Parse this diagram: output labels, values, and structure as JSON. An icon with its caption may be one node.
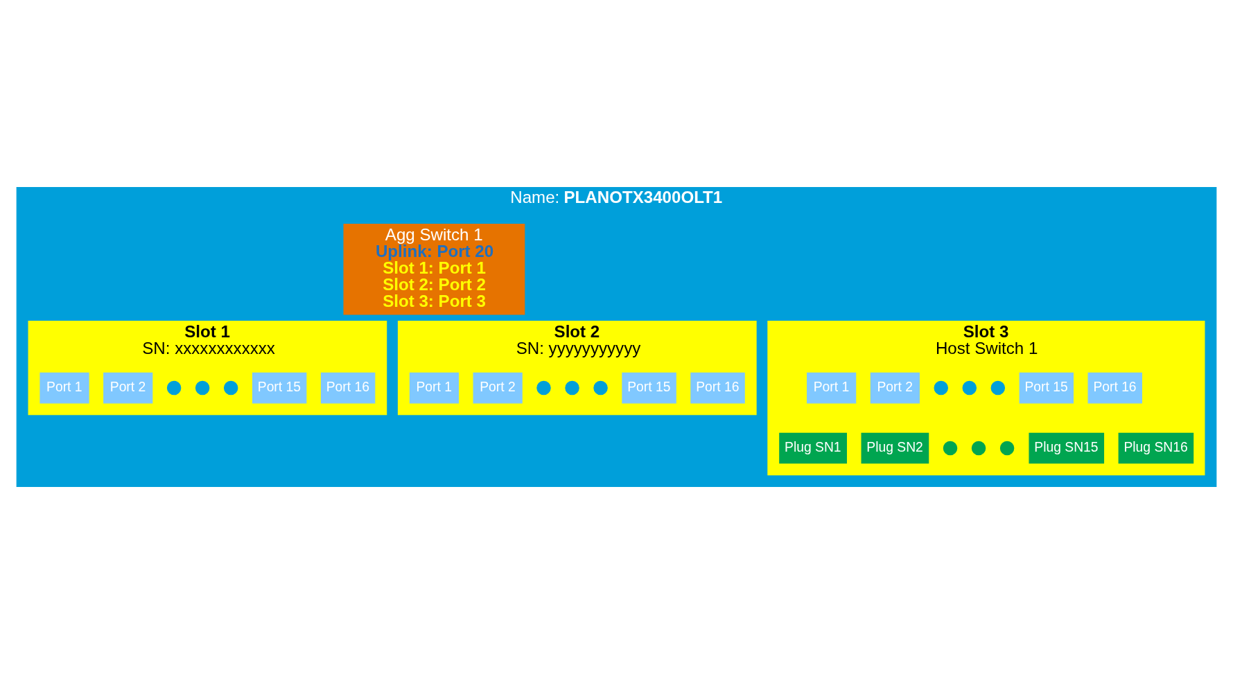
{
  "diagram": {
    "nodes": [
      {
        "text": [
          "Name: **PLANOTX3400OLT1**"
        ]
      },
      {
        "text": [
          "Agg Switch 1",
          "Uplink: Port 20",
          "Slot 1: Port 1",
          "Slot 2: Port 2",
          "Slot 3: Port 3"
        ],
        "in": 0
      },
      {
        "text": [
          "Slot 1",
          "SN: xxxxxxxxxxxx"
        ],
        "in": 0
      },
      {
        "text": [
          "Port 1"
        ],
        "in": 2
      },
      {
        "text": [
          "Port 2"
        ],
        "in": 2
      },
      {
        "text": [
          "Port 15"
        ],
        "in": 2
      },
      {
        "text": [
          "Port 16"
        ],
        "in": 2
      },
      {
        "text": [
          "Slot 2",
          "SN: yyyyyyyyyyy"
        ],
        "in": 0
      },
      {
        "text": [
          "Port 1"
        ],
        "in": 7
      },
      {
        "text": [
          "Port 2"
        ],
        "in": 7
      },
      {
        "text": [
          "Port 15"
        ],
        "in": 7
      },
      {
        "text": [
          "Port 16"
        ],
        "in": 7
      },
      {
        "text": [
          "Slot 3",
          "Host Switch 1"
        ],
        "in": 0
      },
      {
        "text": [
          "Port 1"
        ],
        "in": 12
      },
      {
        "text": [
          "Port 2"
        ],
        "in": 12
      },
      {
        "text": [
          "Port 15"
        ],
        "in": 12
      },
      {
        "text": [
          "Port 16"
        ],
        "in": 12
      },
      {
        "text": [
          "Plug SN1"
        ],
        "in": 12
      },
      {
        "text": [
          "Plug SN2"
        ],
        "in": 12
      },
      {
        "text": [
          "Plug SN15"
        ],
        "in": 12
      },
      {
        "text": [
          "Plug SN16"
        ],
        "in": 12
      }
    ],
    "edges": []
  }
}
